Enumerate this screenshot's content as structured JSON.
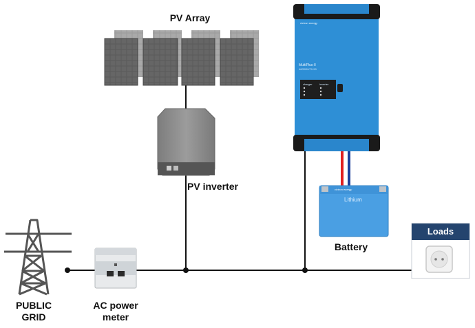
{
  "labels": {
    "pv_array": "PV Array",
    "pv_inverter": "PV inverter",
    "battery": "Battery",
    "public_grid_line1": "PUBLIC",
    "public_grid_line2": "GRID",
    "ac_meter_line1": "AC power",
    "ac_meter_line2": "meter",
    "loads": "Loads"
  },
  "device_text": {
    "inverter_brand": "victron energy",
    "inverter_model": "MultiPlus-II",
    "inverter_model_sub": "48/5000/70-50",
    "inverter_charger_label": "charger",
    "inverter_switch_label": "inverter",
    "battery_brand": "victron energy",
    "battery_type": "Lithium"
  },
  "colors": {
    "victron_blue": "#2e8fd6",
    "battery_blue": "#4a9fe3",
    "solar_panel": "#5e5e5e",
    "pv_inverter_body": "#8f8f8f",
    "wire": "#111111",
    "dc_positive": "#e02020",
    "dc_negative": "#1c3f9a",
    "loads_header": "#24446e"
  }
}
